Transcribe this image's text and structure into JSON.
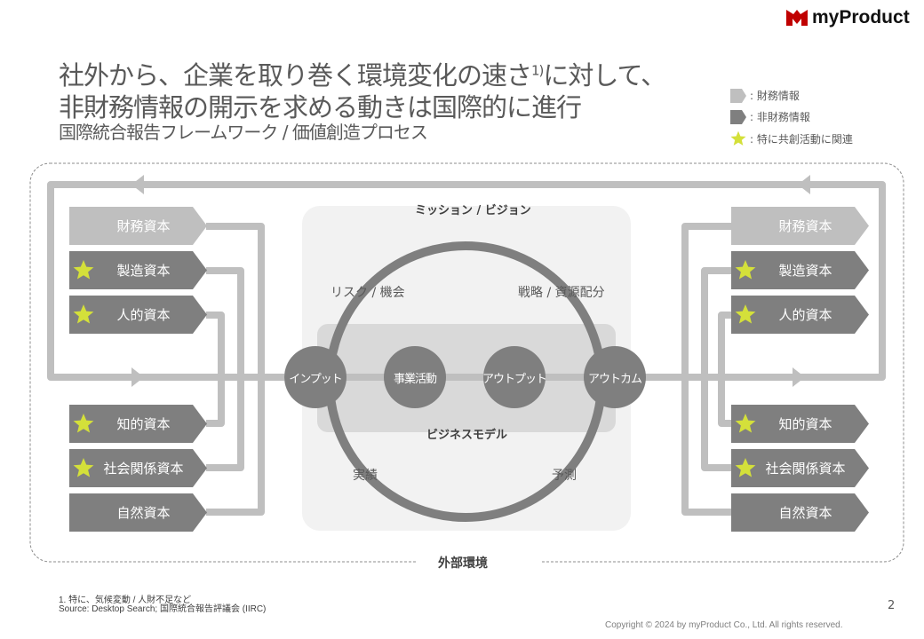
{
  "brand": {
    "name": "myProduct",
    "color": "#c00000"
  },
  "title": {
    "line1": "社外から、企業を取り巻く環境変化の速さ",
    "sup": "1)",
    "line1_end": "に対して、",
    "line2": "非財務情報の開示を求める動きは国際的に進行",
    "subtitle": "国際統合報告フレームワーク / 価値創造プロセス"
  },
  "legend": [
    {
      "icon": "light-chevron",
      "label": ": 財務情報"
    },
    {
      "icon": "dark-chevron",
      "label": ": 非財務情報"
    },
    {
      "icon": "star-icon",
      "label": ": 特に共創活動に関連"
    }
  ],
  "colors": {
    "financial": "#bfbfbf",
    "nonfinancial": "#7f7f7f",
    "star": "#d4e03a",
    "line": "#bfbfbf"
  },
  "capitals": [
    {
      "label": "財務資本",
      "type": "financial",
      "star": false
    },
    {
      "label": "製造資本",
      "type": "nonfinancial",
      "star": true
    },
    {
      "label": "人的資本",
      "type": "nonfinancial",
      "star": true
    },
    {
      "label": "知的資本",
      "type": "nonfinancial",
      "star": true
    },
    {
      "label": "社会関係資本",
      "type": "nonfinancial",
      "star": true
    },
    {
      "label": "自然資本",
      "type": "nonfinancial",
      "star": false
    }
  ],
  "center": {
    "mission": "ミッション / ビジョン",
    "risk": "リスク / 機会",
    "strategy": "戦略 / 資源配分",
    "business_model": "ビジネスモデル",
    "results": "実績",
    "forecast": "予測",
    "nodes": [
      "インプット",
      "事業活動",
      "アウトプット",
      "アウトカム"
    ]
  },
  "environment": "外部環境",
  "footnote": {
    "note": "1. 特に、気候変動 / 人財不足など",
    "source": "Source: Desktop Search; 国際統合報告評議会 (IIRC)"
  },
  "page_number": "2",
  "copyright": "Copyright © 2024 by myProduct Co., Ltd.  All rights reserved."
}
